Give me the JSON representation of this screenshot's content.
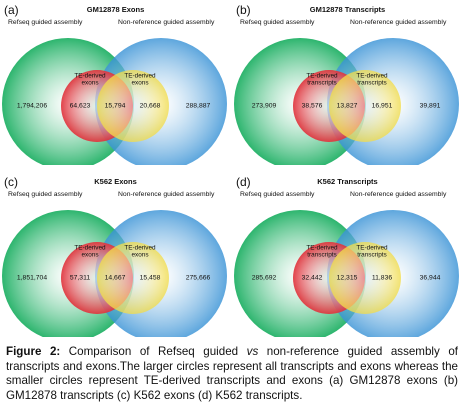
{
  "colors": {
    "refseq_circle": "#2db56e",
    "nonref_circle": "#3a93d6",
    "te_left_circle": "#e0333c",
    "te_right_circle": "#f2dc4a"
  },
  "panels": [
    {
      "letter": "(a)",
      "title": "GM12878 Exons",
      "left_label": "Refseq guided assembly",
      "right_label": "Non-reference guided assembly",
      "te_left_label": "TE-derived exons",
      "te_right_label": "TE-derived exons",
      "refseq_only": "1,794,206",
      "te_refseq_only": "64,623",
      "te_shared": "15,794",
      "te_nonref_only": "20,668",
      "nonref_only": "288,887"
    },
    {
      "letter": "(b)",
      "title": "GM12878 Transcripts",
      "left_label": "Refseq guided assembly",
      "right_label": "Non-reference guided assembly",
      "te_left_label": "TE-derived transcripts",
      "te_right_label": "TE-derived transcripts",
      "refseq_only": "273,909",
      "te_refseq_only": "38,576",
      "te_shared": "13,827",
      "te_nonref_only": "16,951",
      "nonref_only": "39,891"
    },
    {
      "letter": "(c)",
      "title": "K562 Exons",
      "left_label": "Refseq guided assembly",
      "right_label": "Non-reference guided assembly",
      "te_left_label": "TE-derived exons",
      "te_right_label": "TE-derived exons",
      "refseq_only": "1,851,704",
      "te_refseq_only": "57,311",
      "te_shared": "14,667",
      "te_nonref_only": "15,458",
      "nonref_only": "275,666"
    },
    {
      "letter": "(d)",
      "title": "K562 Transcripts",
      "left_label": "Refseq guided assembly",
      "right_label": "Non-reference guided assembly",
      "te_left_label": "TE-derived transcripts",
      "te_right_label": "TE-derived transcripts",
      "refseq_only": "285,692",
      "te_refseq_only": "32,442",
      "te_shared": "12,315",
      "te_nonref_only": "11,836",
      "nonref_only": "36,944"
    }
  ],
  "caption": {
    "label": "Figure 2:",
    "text_1": " Comparison of Refseq guided ",
    "vs": "vs",
    "text_2": " non-reference guided assembly of transcripts and exons.The larger circles represent all transcripts and exons whereas the smaller circles represent TE-derived transcripts and exons (a) GM12878 exons (b) GM12878 transcripts (c) K562 exons (d) K562 transcripts."
  }
}
